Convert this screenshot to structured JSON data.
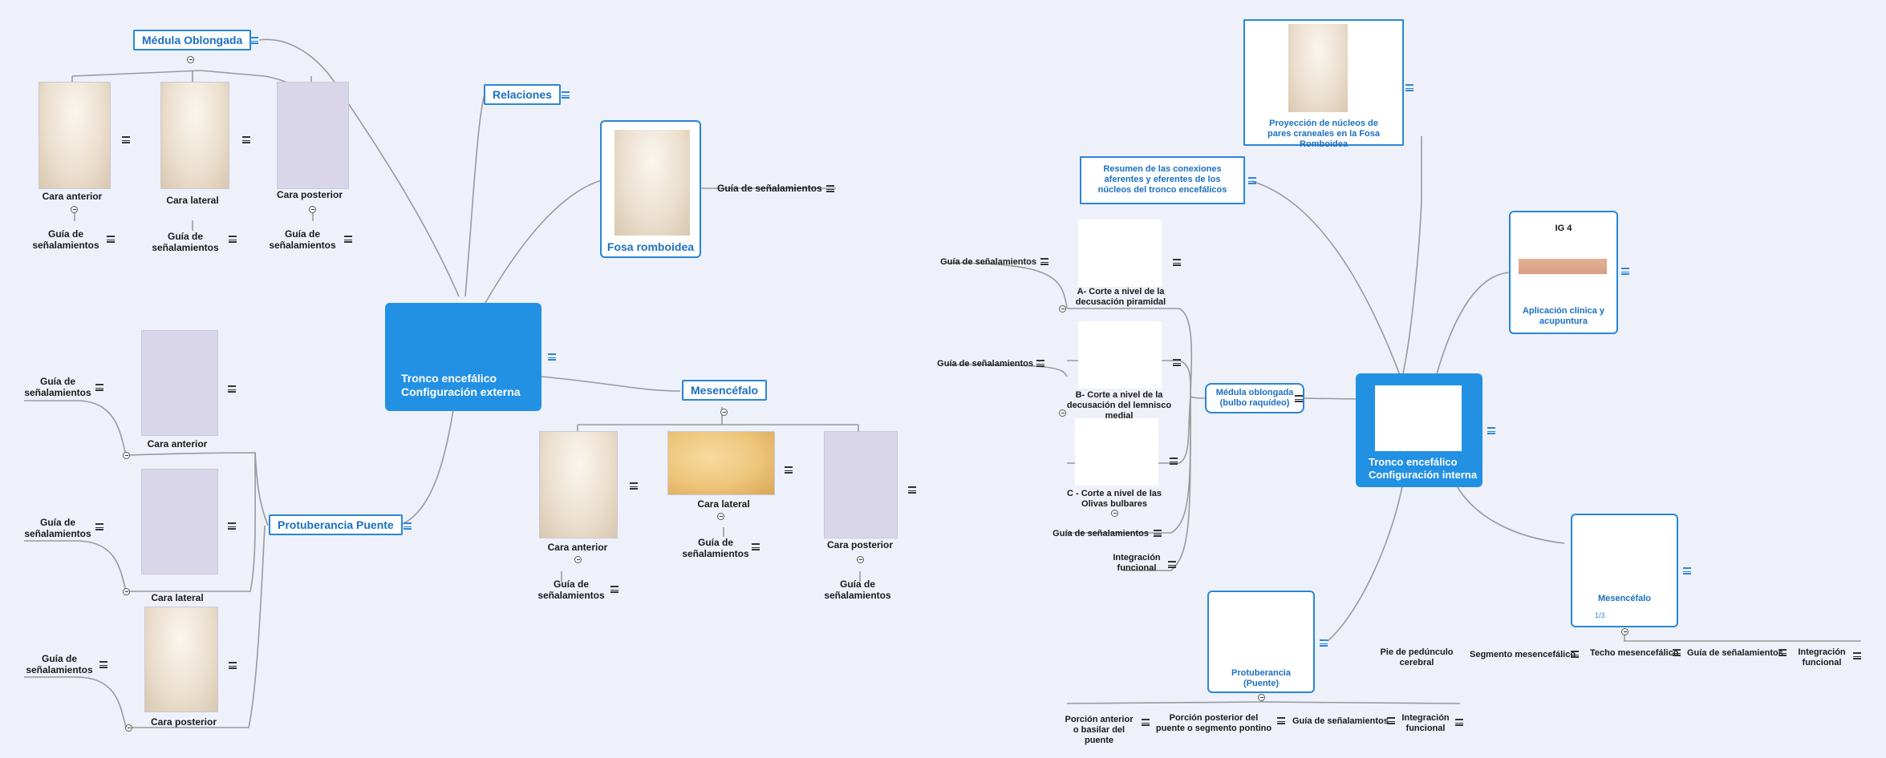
{
  "left_map": {
    "central": {
      "line1": "Tronco encefálico",
      "line2": "Configuración externa"
    },
    "medula": {
      "title": "Médula Oblongada",
      "faces": [
        "Cara anterior",
        "Cara lateral",
        "Cara posterior"
      ],
      "guides": [
        "Guía de señalamientos",
        "Guía de señalamientos",
        "Guía de señalamientos"
      ]
    },
    "relaciones": {
      "title": "Relaciones"
    },
    "fosa": {
      "title": "Fosa romboidea",
      "guide": "Guía de señalamientos"
    },
    "mesencefalo": {
      "title": "Mesencéfalo",
      "faces": [
        "Cara anterior",
        "Cara lateral",
        "Cara posterior"
      ],
      "guides": [
        "Guía de señalamientos",
        "Guía de señalamientos",
        "Guía de señalamientos"
      ]
    },
    "protuberancia": {
      "title": "Protuberancia Puente",
      "faces": [
        "Cara anterior",
        "Cara lateral",
        "Cara posterior"
      ],
      "guides": [
        "Guía de señalamientos",
        "Guía de señalamientos",
        "Guía de señalamientos"
      ]
    }
  },
  "right_map": {
    "central": {
      "line1": "Tronco encefálico",
      "line2": "Configuración interna"
    },
    "proyeccion": {
      "title": "Proyección de núcleos de pares craneales en la Fosa Romboidea"
    },
    "resumen": {
      "title": "Resumen de las conexiones aferentes y eferentes de los núcleos del tronco encefálicos"
    },
    "ig4": {
      "caption": "IG 4",
      "title": "Aplicación clínica y acupuntura"
    },
    "medula": {
      "title": "Médula oblongada (bulbo raquídeo)",
      "cortes": [
        "A- Corte a nivel de la decusación piramidal",
        "B- Corte a nivel de la decusación del lemnisco medial",
        "C - Corte a nivel de las Olivas bulbares"
      ],
      "guides": [
        "Guía de señalamientos",
        "Guía de señalamientos",
        "Guía de señalamientos"
      ],
      "integracion": "Integración funcional"
    },
    "mesencefalo": {
      "title": "Mesencéfalo",
      "pager": "1/3",
      "children": [
        "Pie de pedúnculo cerebral",
        "Segmento mesencefálico",
        "Techo mesencefálico",
        "Guía de señalamientos",
        "Integración funcional"
      ]
    },
    "protuberancia": {
      "title": "Protuberancia (Puente)",
      "children": [
        "Porción anterior o basilar del puente",
        "Porción posterior del puente o segmento pontino",
        "Guía de señalamientos",
        "Integración funcional"
      ]
    }
  },
  "colors": {
    "accent": "#2391e3",
    "border": "#2a86d6",
    "background": "#eef1fa",
    "link": "#9a9a9a"
  }
}
